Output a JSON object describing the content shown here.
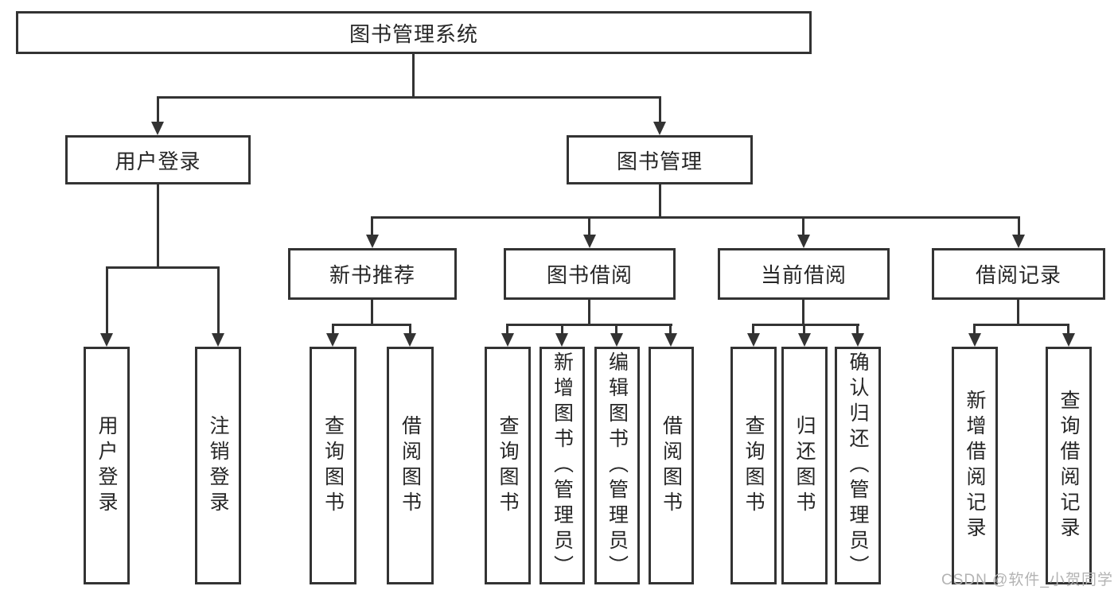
{
  "diagram": {
    "root": {
      "label": "图书管理系统"
    },
    "branches": [
      {
        "label": "用户登录",
        "children": [
          {
            "label": "用户登录"
          },
          {
            "label": "注销登录"
          }
        ]
      },
      {
        "label": "图书管理",
        "children": [
          {
            "label": "新书推荐",
            "children": [
              {
                "label": "查询图书"
              },
              {
                "label": "借阅图书"
              }
            ]
          },
          {
            "label": "图书借阅",
            "children": [
              {
                "label": "查询图书"
              },
              {
                "label": "新增图书（管理员）"
              },
              {
                "label": "编辑图书（管理员）"
              },
              {
                "label": "借阅图书"
              }
            ]
          },
          {
            "label": "当前借阅",
            "children": [
              {
                "label": "查询图书"
              },
              {
                "label": "归还图书"
              },
              {
                "label": "确认归还（管理员）"
              }
            ]
          },
          {
            "label": "借阅记录",
            "children": [
              {
                "label": "新增借阅记录"
              },
              {
                "label": "查询借阅记录"
              }
            ]
          }
        ]
      }
    ]
  },
  "watermark": {
    "text": "CSDN @软件_小贺同学"
  },
  "colors": {
    "line": "#333333",
    "text": "#262626",
    "background": "#ffffff",
    "watermark": "#b3b3b3"
  }
}
